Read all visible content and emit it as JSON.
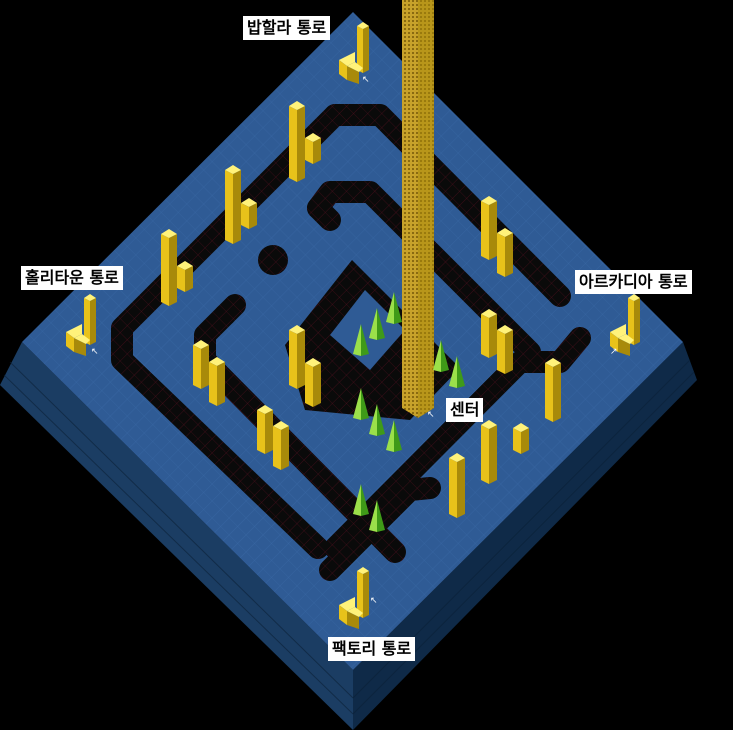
{
  "labels": {
    "north": "밥할라 통로",
    "west": "홀리타운 통로",
    "east": "아르카디아 통로",
    "center": "센터",
    "south": "팩토리 통로"
  },
  "colors": {
    "background": "#000000",
    "platform_top": "#2f5b95",
    "platform_grid": "#3a6aa8",
    "side_left": "#1b3d63",
    "side_right": "#0f2a48",
    "corridor": "#0a0a0a",
    "corridor_grid": "#5a1020",
    "pillar_front": "#e8c21a",
    "pillar_side": "#a88a0a",
    "pillar_top": "#fff27a",
    "cone": "#3f9a18",
    "cone_light": "#9be04a",
    "tower": "#c8a22a",
    "label_bg": "#ffffff"
  },
  "icons": [
    "portal-cursor-icon",
    "pillar-icon",
    "tree-cone-icon",
    "tower-icon"
  ]
}
